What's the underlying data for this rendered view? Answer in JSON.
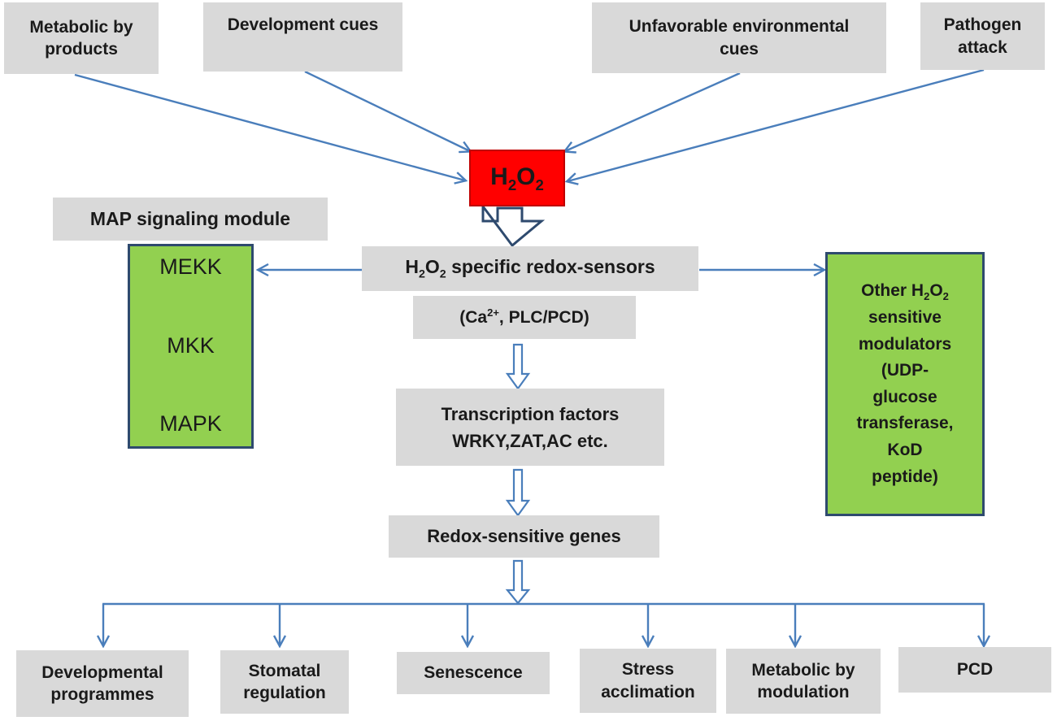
{
  "inputs": {
    "metabolic_byproducts": "Metabolic by products",
    "development_cues": "Development cues",
    "environmental_cues": "Unfavorable environmental cues",
    "pathogen_attack": "Pathogen attack"
  },
  "h2o2": {
    "h": "H",
    "sub1": "2",
    "o": "O",
    "sub2": "2"
  },
  "map_module": {
    "title": "MAP signaling module",
    "steps": [
      "MEKK",
      "MKK",
      "MAPK"
    ]
  },
  "sensors": {
    "prefix": "H",
    "sub1": "2",
    "o": "O",
    "sub2": "2",
    "suffix": " specific redox-sensors",
    "ca_prefix": "(Ca",
    "ca_sup": "2+",
    "ca_suffix": ", PLC/PCD)"
  },
  "modulators": {
    "line1_prefix": "Other H",
    "line1_sub1": "2",
    "line1_o": "O",
    "line1_sub2": "2",
    "rest": [
      "sensitive",
      "modulators",
      "(UDP-",
      "glucose",
      "transferase,",
      "KoD",
      "peptide)"
    ]
  },
  "transcription": {
    "line1": "Transcription factors",
    "line2": "WRKY,ZAT,AC etc."
  },
  "genes": "Redox-sensitive genes",
  "outputs": [
    "Developmental programmes",
    "Stomatal regulation",
    "Senescence",
    "Stress acclimation",
    "Metabolic by modulation",
    "PCD"
  ],
  "colors": {
    "box_grey": "#d9d9d9",
    "box_green": "#92d050",
    "box_red": "#ff0000",
    "arrow_blue": "#4a7ebb",
    "border_dark": "#2e4a6e"
  }
}
